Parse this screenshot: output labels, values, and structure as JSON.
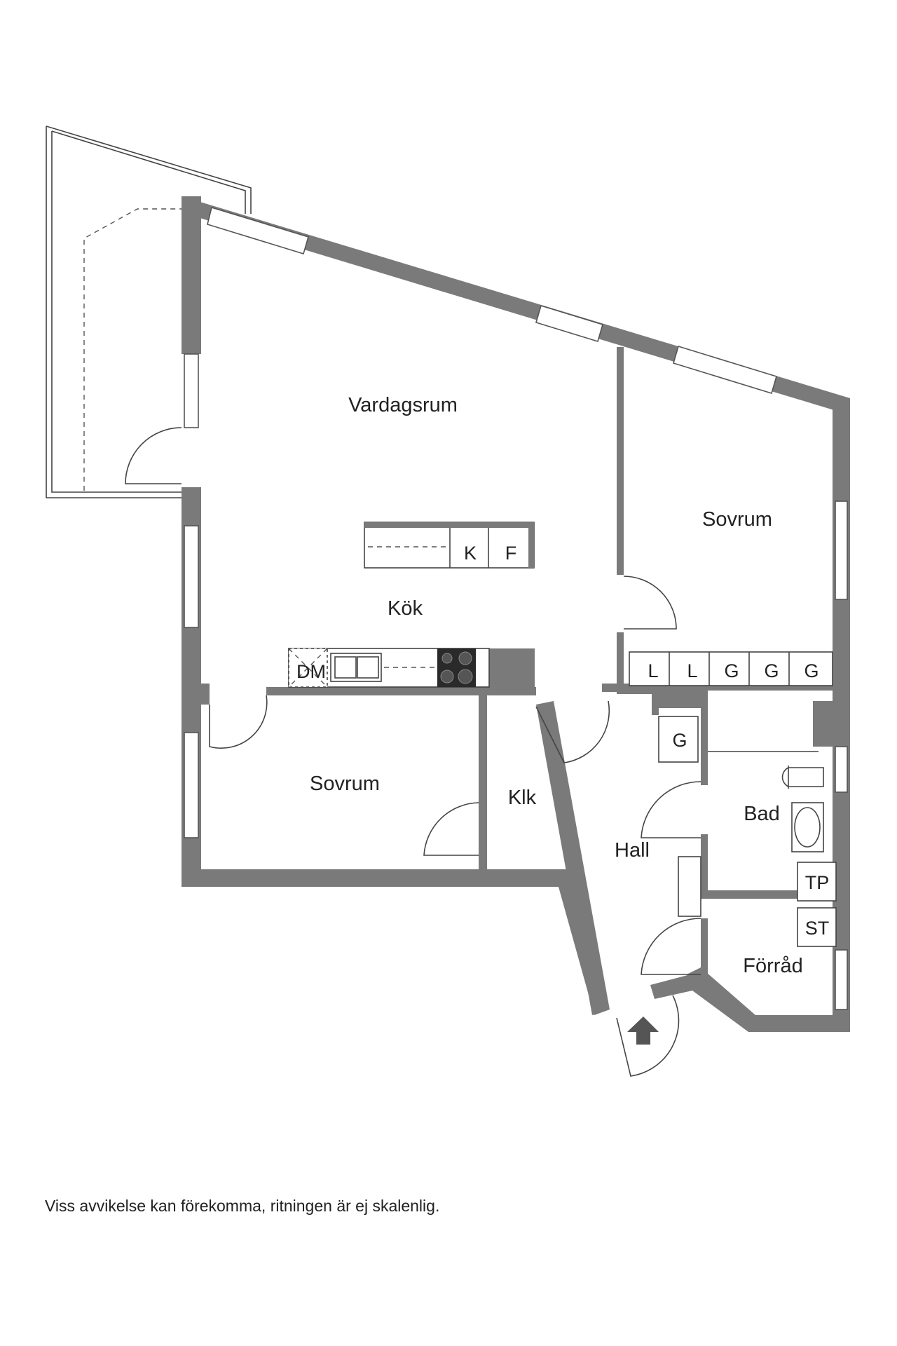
{
  "rooms": {
    "vardagsrum": "Vardagsrum",
    "kok": "Kök",
    "sovrum_1": "Sovrum",
    "sovrum_2": "Sovrum",
    "klk": "Klk",
    "hall": "Hall",
    "bad": "Bad",
    "forrad": "Förråd"
  },
  "fixtures": {
    "fridge_k": "K",
    "freezer_f": "F",
    "dishwasher": "DM",
    "wardrobes": [
      "L",
      "L",
      "G",
      "G",
      "G"
    ],
    "hall_wardrobe": "G",
    "dryer": "TP",
    "storage": "ST"
  },
  "disclaimer": "Viss avvikelse kan förekomma, ritningen är ej skalenlig.",
  "colors": {
    "wall": "#7a7a7a",
    "background": "#ffffff",
    "text": "#222222"
  }
}
